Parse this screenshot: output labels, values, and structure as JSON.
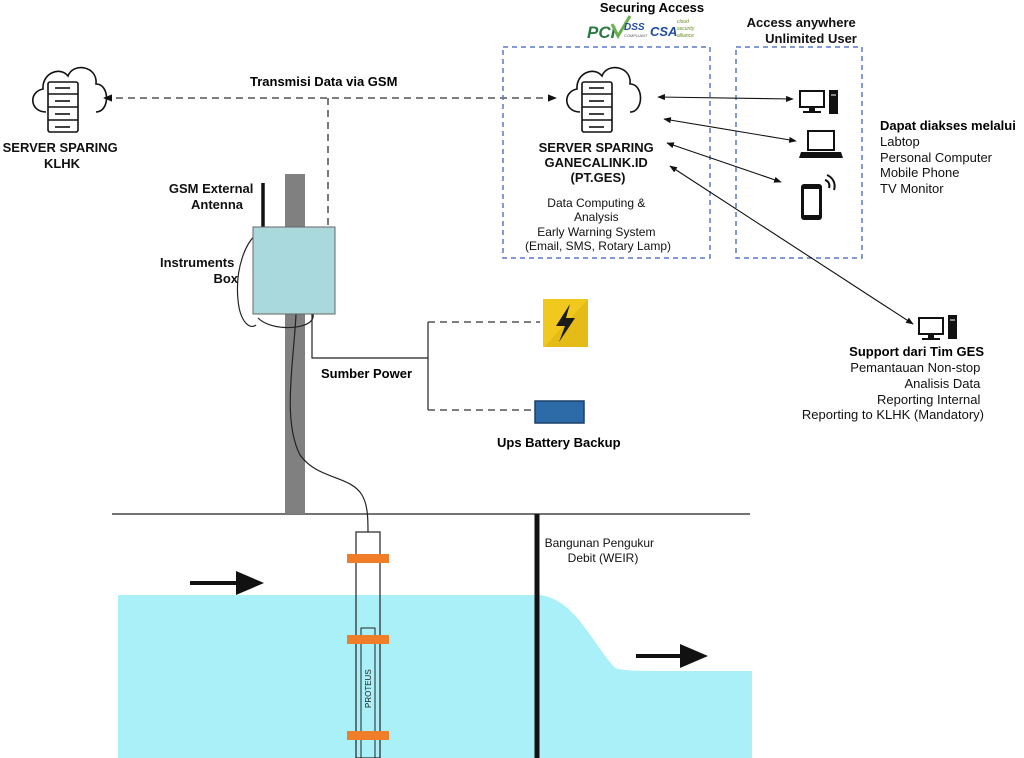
{
  "server_klhk": {
    "line1": "SERVER SPARING",
    "line2": "KLHK"
  },
  "gsm_link_label": "Transmisi Data via GSM",
  "securing_access": {
    "title": "Securing Access",
    "logo_pci": "PCI",
    "logo_dss": "DSS",
    "logo_dss_sub": "COMPLIANT",
    "logo_csa": "CSA",
    "logo_csa_sub1": "cloud",
    "logo_csa_sub2": "security",
    "logo_csa_sub3": "alliance"
  },
  "access_anywhere": {
    "line1": "Access anywhere",
    "line2": "Unlimited User"
  },
  "server_ges": {
    "line1": "SERVER SPARING",
    "line2": "GANECALINK.ID",
    "line3": "(PT.GES)",
    "desc1": "Data Computing &",
    "desc2": "Analysis",
    "desc3": "Early Warning System",
    "desc4": "(Email, SMS, Rotary Lamp)"
  },
  "access_list": {
    "title": "Dapat diakses melalui",
    "items": [
      "Labtop",
      "Personal Computer",
      "Mobile Phone",
      "TV Monitor"
    ]
  },
  "support": {
    "title": "Support dari Tim GES",
    "items": [
      "Pemantauan Non-stop",
      "Analisis Data",
      "Reporting Internal",
      "Reporting to KLHK (Mandatory)"
    ]
  },
  "gsm_antenna": {
    "line1": "GSM External",
    "line2": "Antenna"
  },
  "instruments_box": {
    "line1": "Instruments",
    "line2": "Box"
  },
  "power_label": "Sumber Power",
  "ups_label": "Ups Battery Backup",
  "weir": {
    "line1": "Bangunan Pengukur",
    "line2": "Debit (WEIR)"
  },
  "probe_label": "PROTEUS",
  "colors": {
    "water": "#aaf0f8",
    "pole": "#808080",
    "box": "#a9d9dc",
    "clamp": "#f07d28",
    "dash_box": "#5a78c8",
    "power_bg": "#f0c81e",
    "battery": "#2d6aa8"
  }
}
